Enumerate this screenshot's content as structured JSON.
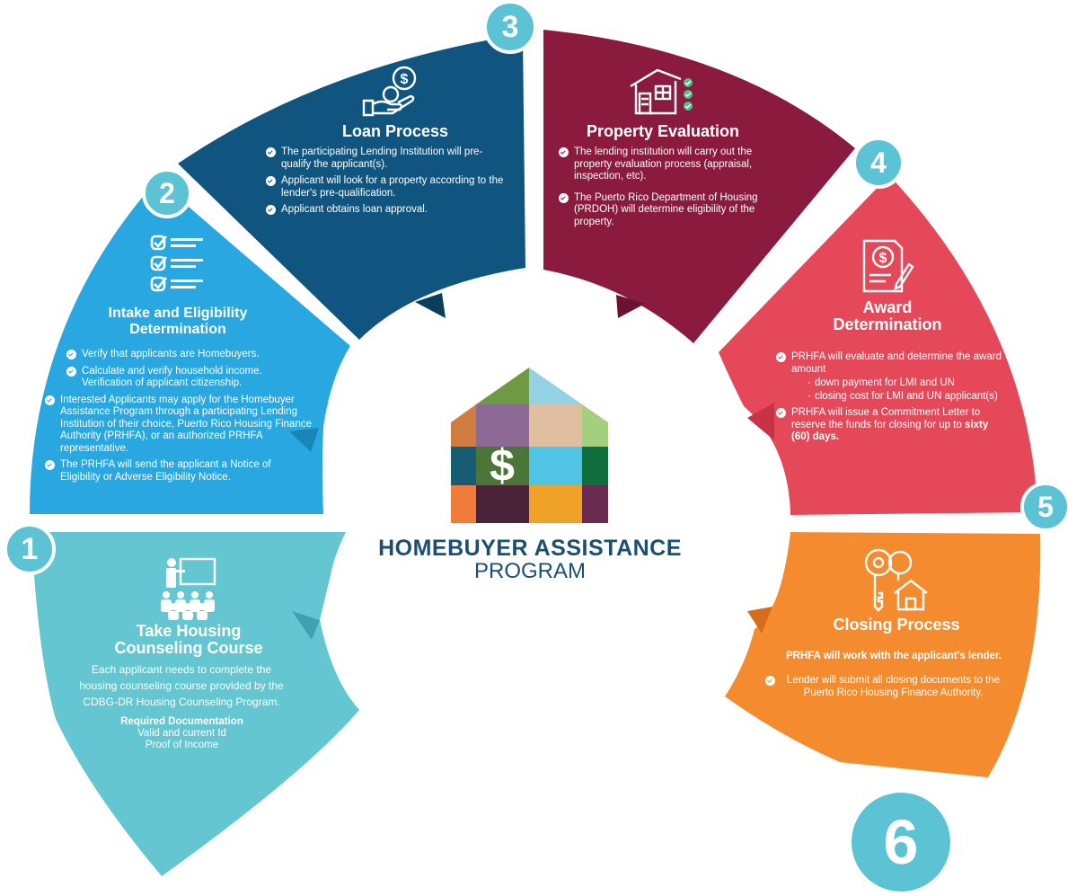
{
  "colors": {
    "step1": "#63c6d1",
    "step2": "#28a7e1",
    "step3": "#105580",
    "step4": "#8a1a3e",
    "step5": "#e44859",
    "step6": "#f58b2f",
    "badge": "#5bc3d3",
    "title": "#1b4f72"
  },
  "center": {
    "title_line1": "HOMEBUYER ASSISTANCE",
    "title_line2": "PROGRAM",
    "dollar": "$"
  },
  "steps": {
    "s1": {
      "number": "1",
      "icon": "presentation-icon",
      "title_line1": "Take Housing",
      "title_line2": "Counseling Course",
      "body": "Each applicant needs to complete the housing counseling course provided by the CDBG-DR Housing Counseling Program.",
      "docs_heading": "Required Documentation",
      "docs": [
        "Valid and current Id",
        "Proof of Income"
      ]
    },
    "s2": {
      "number": "2",
      "icon": "checklist-icon",
      "title_line1": "Intake and Eligibility",
      "title_line2": "Determination",
      "bullets": [
        "Verify that applicants are Homebuyers.",
        "Calculate and verify household income. Verification of applicant citizenship.",
        "Interested Applicants may apply for the Homebuyer Assistance Program through a participating Lending Institution of their choice, Puerto Rico Housing Finance Authority (PRHFA), or an authorized PRHFA representative.",
        "The PRHFA will send the applicant a Notice of Eligibility or Adverse Eligibility Notice."
      ]
    },
    "s3": {
      "number": "3",
      "icon": "hand-coin-icon",
      "title": "Loan Process",
      "bullets": [
        "The participating Lending Institution will pre-qualify the applicant(s).",
        "Applicant will look for a property according to the lender's pre-qualification.",
        "Applicant obtains loan approval."
      ]
    },
    "s4": {
      "number": "4",
      "icon": "house-checklist-icon",
      "title": "Property Evaluation",
      "bullets": [
        "The lending institution will carry out the property evaluation process (appraisal, inspection, etc).",
        "The Puerto Rico Department of Housing (PRDOH) will determine eligibility of the property."
      ]
    },
    "s5": {
      "number": "5",
      "icon": "document-dollar-icon",
      "title_line1": "Award",
      "title_line2": "Determination",
      "bullet1": "PRHFA will evaluate and determine the award amount",
      "sub1": "down payment for LMI and UN",
      "sub2": "closing cost for LMI and UN applicant(s)",
      "bullet2_text": "PRHFA will issue a Commitment Letter to reserve the funds for closing for up to ",
      "bullet2_bold": "sixty (60) days."
    },
    "s6": {
      "number": "6",
      "icon": "keys-house-icon",
      "title": "Closing Process",
      "lead": "PRHFA will work with the applicant's lender.",
      "bullets": [
        "Lender will submit all closing documents to the Puerto Rico Housing Finance Authority."
      ]
    }
  }
}
